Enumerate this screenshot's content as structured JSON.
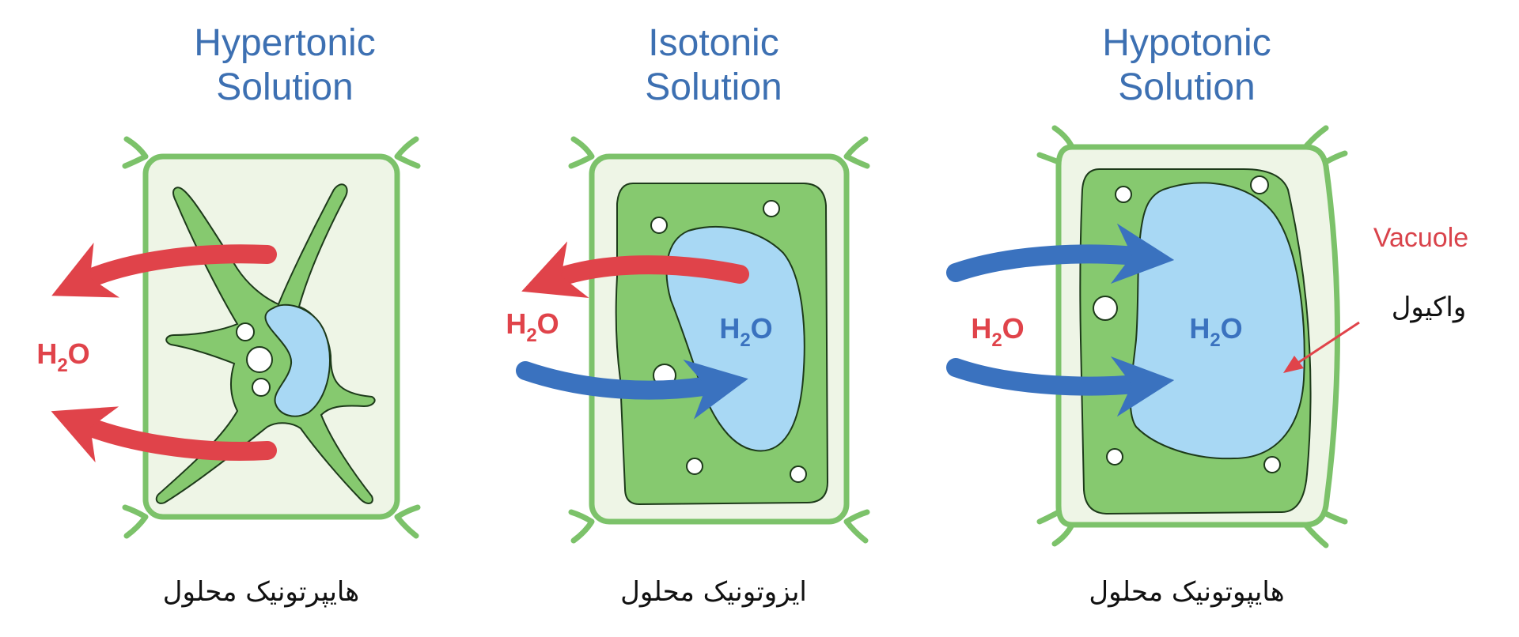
{
  "panels": [
    {
      "title_line1": "Hypertonic",
      "title_line2": "Solution",
      "persian_label": "هایپرتونیک محلول"
    },
    {
      "title_line1": "Isotonic",
      "title_line2": "Solution",
      "persian_label": "ایزوتونیک محلول"
    },
    {
      "title_line1": "Hypotonic",
      "title_line2": "Solution",
      "persian_label": "هایپوتونیک محلول"
    }
  ],
  "water": {
    "h": "H",
    "sub": "2",
    "o": "O"
  },
  "vacuole_label": {
    "english": "Vacuole",
    "persian": "واکیول"
  },
  "colors": {
    "title": "#3d70b2",
    "outflow": "#e0434a",
    "inflow": "#3a72bf",
    "wall": "#7cc26a",
    "cytoplasm": "#86c96f",
    "vacuole": "#a8d8f4"
  }
}
